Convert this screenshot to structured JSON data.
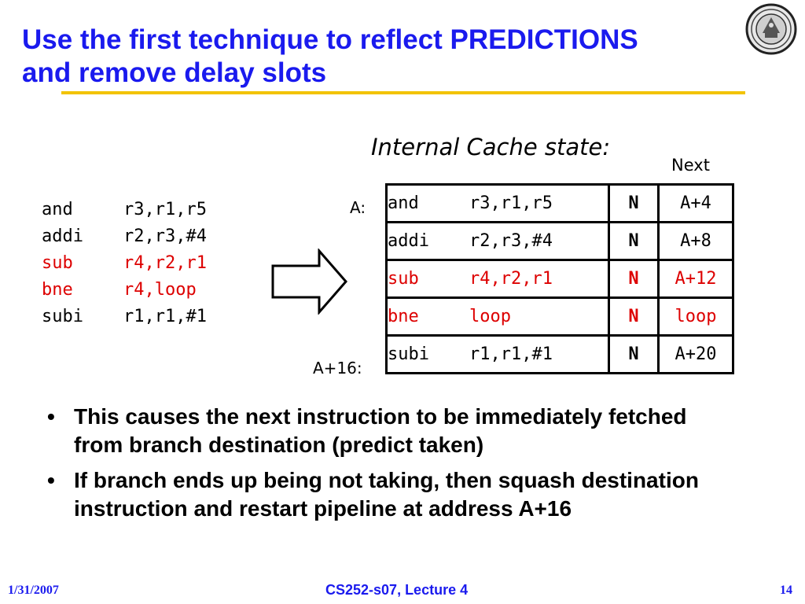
{
  "slide": {
    "title_line1": "Use the first technique to reflect PREDICTIONS",
    "title_line2": "and remove delay slots",
    "cache_heading": "Internal Cache state:",
    "next_column_label": "Next",
    "label_a": "A:",
    "label_a16": "A+16:"
  },
  "code": [
    {
      "op": "and",
      "args": "r3,r1,r5",
      "color": "#000000"
    },
    {
      "op": "addi",
      "args": "r2,r3,#4",
      "color": "#000000"
    },
    {
      "op": "sub",
      "args": "r4,r2,r1",
      "color": "#dd0000"
    },
    {
      "op": "bne",
      "args": "r4,loop",
      "color": "#dd0000"
    },
    {
      "op": "subi",
      "args": "r1,r1,#1",
      "color": "#000000"
    }
  ],
  "cache": [
    {
      "op": "and",
      "args": "r3,r1,r5",
      "bit": "N",
      "next": "A+4",
      "color": "#000000"
    },
    {
      "op": "addi",
      "args": "r2,r3,#4",
      "bit": "N",
      "next": "A+8",
      "color": "#000000"
    },
    {
      "op": "sub",
      "args": "r4,r2,r1",
      "bit": "N",
      "next": "A+12",
      "color": "#dd0000"
    },
    {
      "op": "bne",
      "args": "loop",
      "bit": "N",
      "next": "loop",
      "color": "#dd0000"
    },
    {
      "op": "subi",
      "args": "r1,r1,#1",
      "bit": "N",
      "next": "A+20",
      "color": "#000000"
    }
  ],
  "bullets": [
    "This causes the next instruction to be immediately fetched from branch destination (predict taken)",
    "If branch ends up being not taking, then squash destination instruction and restart pipeline at address A+16"
  ],
  "footer": {
    "date": "1/31/2007",
    "course": "CS252-s07, Lecture 4",
    "page": "14"
  },
  "colors": {
    "title": "#1a1aee",
    "rule": "#f2c300",
    "highlight": "#dd0000"
  },
  "icons": {
    "seal": "university-seal-icon",
    "arrow": "right-arrow-icon"
  }
}
